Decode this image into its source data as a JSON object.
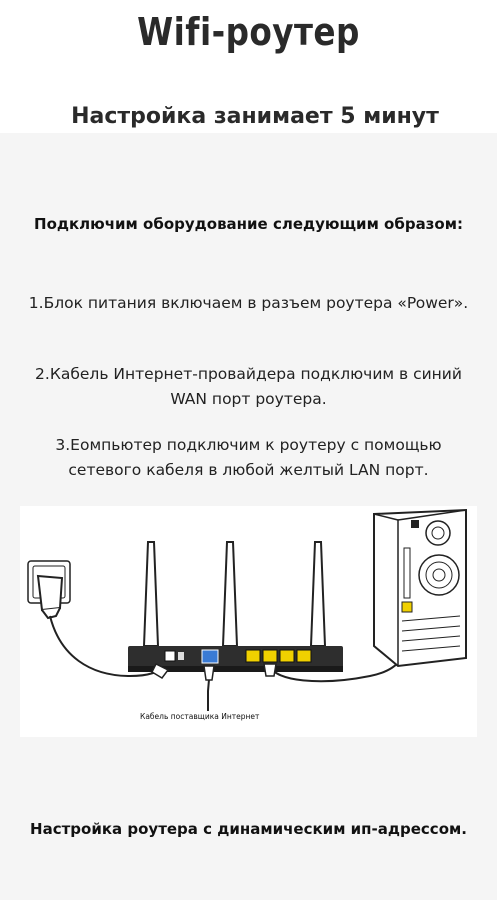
{
  "header": {
    "title": "Wifi-роутер",
    "subtitle": "Настройка занимает 5 минут"
  },
  "content": {
    "intro": "Подключим оборудование следующим образом:",
    "steps": [
      "1.Блок питания включаем в разъем роутера «Power».",
      "2.Кабель Интернет-провайдера подключим в синий WAN порт роутера.",
      "3.Eомпьютер подключим к роутеру с помощью сетевого кабеля в любой желтый LAN порт."
    ],
    "diagram": {
      "cable_label": "Кабель поставщика Интернет",
      "wan_color": "#3a7bd5",
      "lan_color": "#f0d000"
    },
    "footer": "Настройка роутера с динамическим ип-адрессом."
  },
  "colors": {
    "header_bg": "#ffffff",
    "content_bg": "#f5f5f5",
    "text": "#1a1a1a"
  }
}
